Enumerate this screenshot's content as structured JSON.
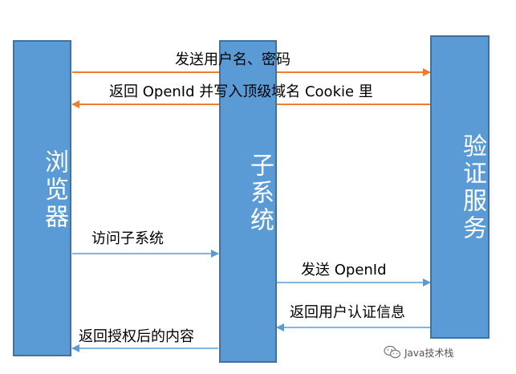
{
  "participants": {
    "browser": "浏览器",
    "subsystem": "子系统",
    "auth_service": "验证服务"
  },
  "messages": {
    "send_credentials": "发送用户名、密码",
    "return_openid": "返回 OpenId 并写入顶级域名 Cookie 里",
    "visit_subsystem": "访问子系统",
    "send_openid": "发送 OpenId",
    "return_user_auth": "返回用户认证信息",
    "return_content": "返回授权后的内容"
  },
  "watermark": {
    "text": "Java技术栈",
    "icon": "wechat-icon"
  },
  "colors": {
    "box_fill": "#5b9bd5",
    "box_border": "#41719c",
    "arrow_orange": "#ed7d31",
    "arrow_blue": "#5b9bd5"
  }
}
